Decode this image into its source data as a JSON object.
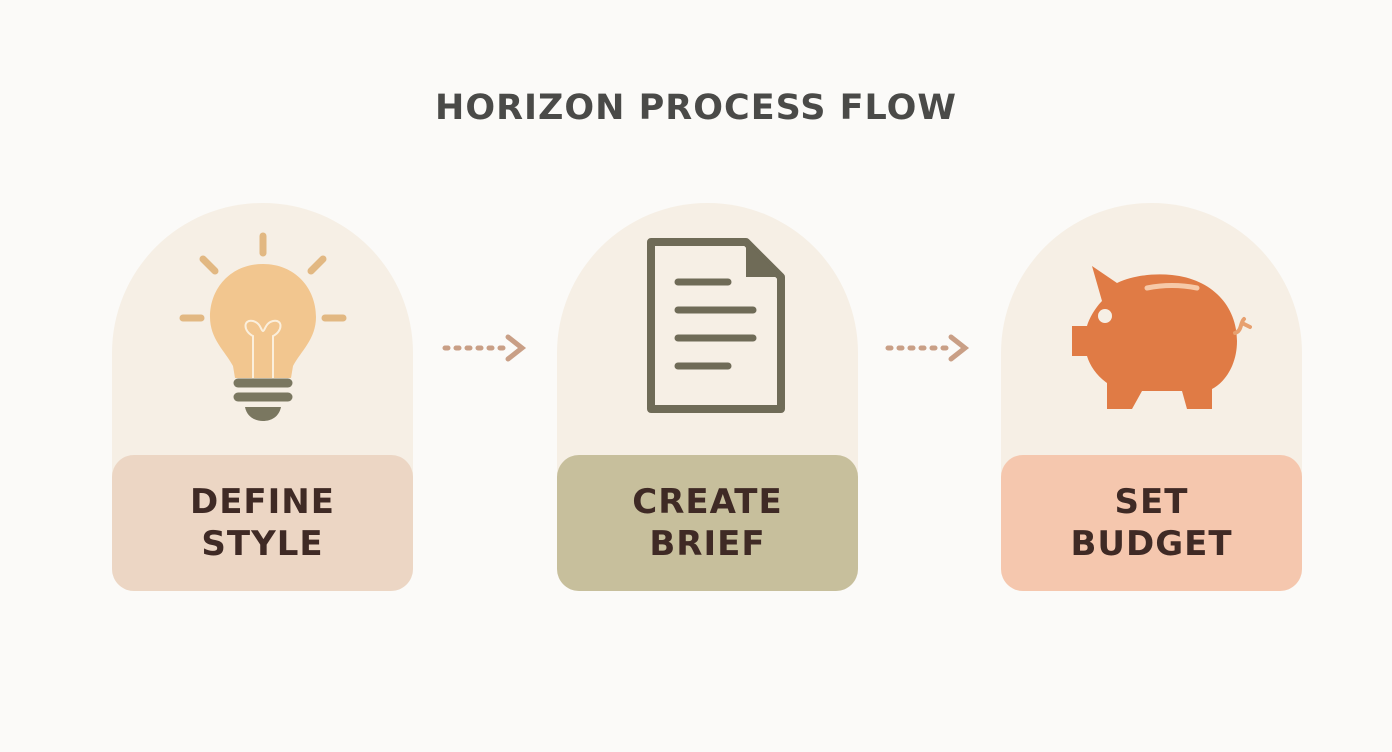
{
  "title": "HORIZON PROCESS FLOW",
  "steps": [
    {
      "line1": "DEFINE",
      "line2": "STYLE",
      "icon": "lightbulb-icon",
      "label_color": "#ecd6c4"
    },
    {
      "line1": "CREATE",
      "line2": "BRIEF",
      "icon": "document-icon",
      "label_color": "#c7bf9c"
    },
    {
      "line1": "SET",
      "line2": "BUDGET",
      "icon": "piggy-bank-icon",
      "label_color": "#f5c7ae"
    }
  ],
  "colors": {
    "card_bg": "#f6efe5",
    "arrow": "#c99f86",
    "title": "#4a4a48"
  }
}
